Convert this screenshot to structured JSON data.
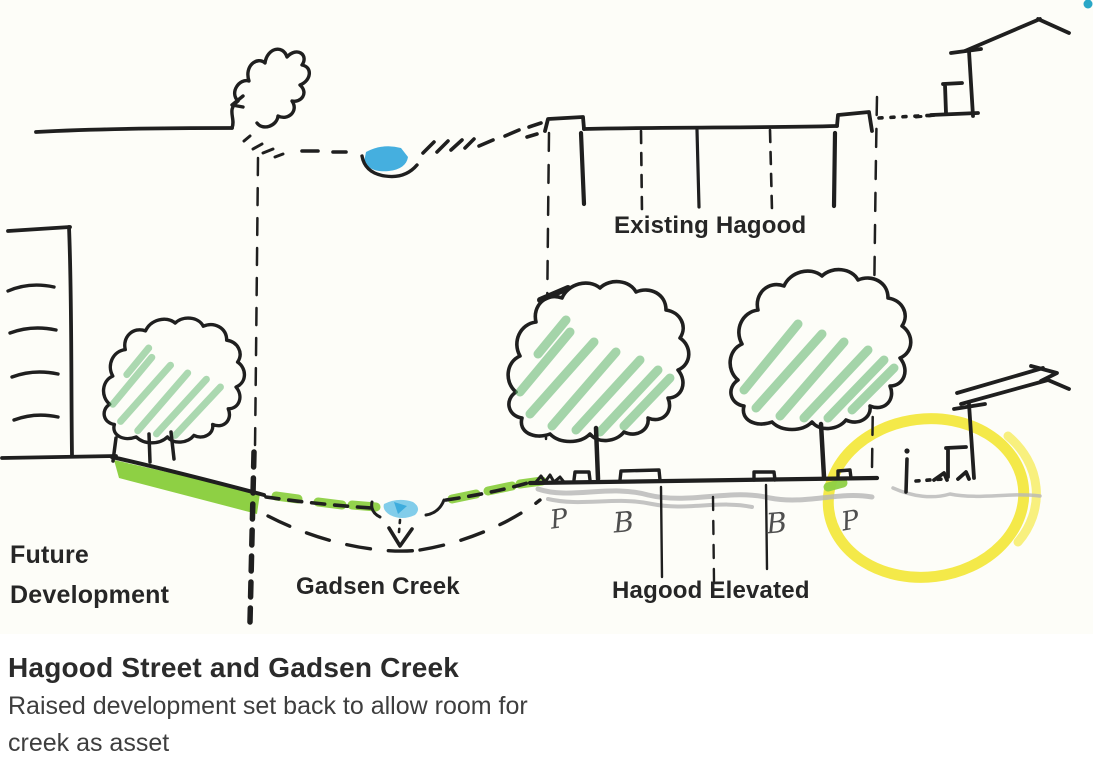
{
  "sketch": {
    "labels": {
      "existing_hagood": "Existing Hagood",
      "future_development_line1": "Future",
      "future_development_line2": "Development",
      "gadsen_creek": "Gadsen Creek",
      "hagood_elevated": "Hagood Elevated"
    },
    "annotations": {
      "p1": "P",
      "b1": "B",
      "b2": "B",
      "p2": "P"
    },
    "colors": {
      "ink": "#1f1f1f",
      "marker_green": "#8ed044",
      "crayon_green": "#5cb46a",
      "crayon_green_light": "#90d194",
      "crayon_blue": "#35a8dc",
      "crayon_blue_light": "#82cdea",
      "highlighter_yellow": "#f3e51e",
      "pencil_gray": "#b6b6b6",
      "teal_dot": "#2aa7c7",
      "paper": "#fdfdf8",
      "label_text": "#262626",
      "caption_title_color": "#2b2b2b",
      "caption_body_color": "#3e3e3e"
    }
  },
  "caption": {
    "title": "Hagood Street and Gadsen Creek",
    "subtitle_line1": "Raised development set back to allow room for",
    "subtitle_line2": "creek as asset"
  }
}
